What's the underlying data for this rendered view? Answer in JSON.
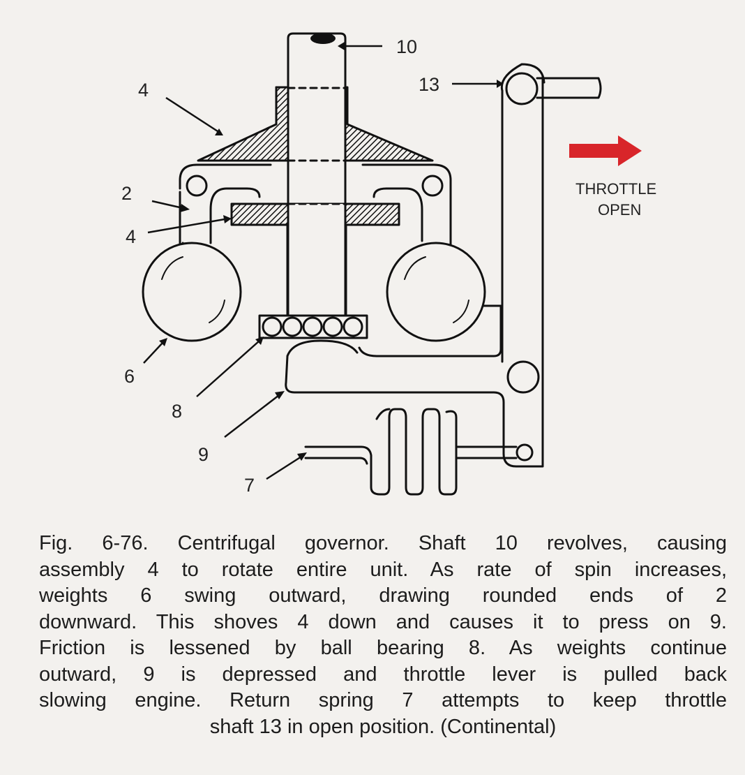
{
  "figure": {
    "labels": {
      "shaft": "10",
      "throttle_shaft": "13",
      "assembly_top": "4",
      "assembly_lower": "4",
      "arms": "2",
      "weight": "6",
      "bearing": "8",
      "lever": "9",
      "spring": "7"
    },
    "throttle": {
      "line1": "THROTTLE",
      "line2": "OPEN",
      "arrow_color": "#d8252a",
      "arrow_icon": "arrow-right-icon"
    }
  },
  "caption": {
    "lines": [
      "Fig. 6-76.  Centrifugal governor. Shaft 10 revolves, causing",
      "assembly 4 to rotate entire unit. As rate of spin increases,",
      "weights 6 swing outward, drawing rounded ends of 2",
      "downward. This shoves 4 down and causes it to press on 9.",
      "Friction is lessened by ball bearing 8. As weights continue",
      "outward, 9 is depressed and throttle lever is pulled back",
      "slowing engine. Return spring 7 attempts to keep throttle",
      "shaft 13 in open position.     (Continental)"
    ]
  }
}
